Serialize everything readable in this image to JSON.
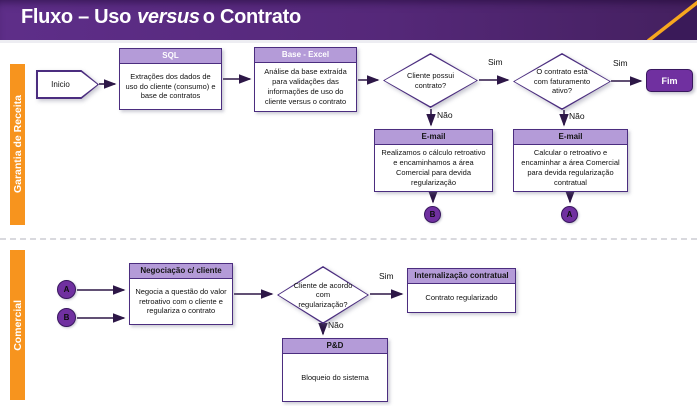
{
  "header": {
    "title_part1": "Fluxo – Uso",
    "title_italic": "versus",
    "title_part2": "o Contrato"
  },
  "lanes": {
    "lane1": "Garantia de Receita",
    "lane2": "Comercial"
  },
  "labels": {
    "sim": "Sim",
    "nao": "Não"
  },
  "nodes": {
    "inicio": "Inicio",
    "sql": {
      "header": "SQL",
      "body": "Extrações dos dados de uso do cliente (consumo) e base de contratos"
    },
    "base_excel": {
      "header": "Base - Excel",
      "body": "Análise da base extraída para validações das informações de uso do cliente versus o contrato"
    },
    "decisao_contrato": "Cliente possui contrato?",
    "decisao_faturamento": "O contrato está com faturamento ativo?",
    "fim": "Fim",
    "email_calculo": {
      "header": "E-mail",
      "body": "Realizamos o cálculo retroativo e encaminhamos a área Comercial para devida regularização"
    },
    "email_retroativo": {
      "header": "E-mail",
      "body": "Calcular o retroativo e encaminhar a área Comercial para devida regularização contratual"
    },
    "conector_a": "A",
    "conector_b": "B",
    "negociacao": {
      "header": "Negociação c/ cliente",
      "body": "Negocia a questão do valor retroativo com o cliente e regulariza o contrato"
    },
    "decisao_acordo": "Cliente de acordo com regularização?",
    "internalizacao": {
      "header": "Internalização contratual",
      "body": "Contrato regularizado"
    },
    "ped": {
      "header": "P&D",
      "body": "Bloqueio do sistema"
    }
  },
  "colors": {
    "header_purple": "#5e2e89",
    "header_purple_dark": "#3a1a59",
    "accent_orange": "#F7941E",
    "diagonal_orange": "#F7A71F",
    "node_border": "#4b2d7f",
    "node_header_fill": "#b49bd8",
    "solid_purple": "#7030A0",
    "connector": "#2d1747"
  }
}
